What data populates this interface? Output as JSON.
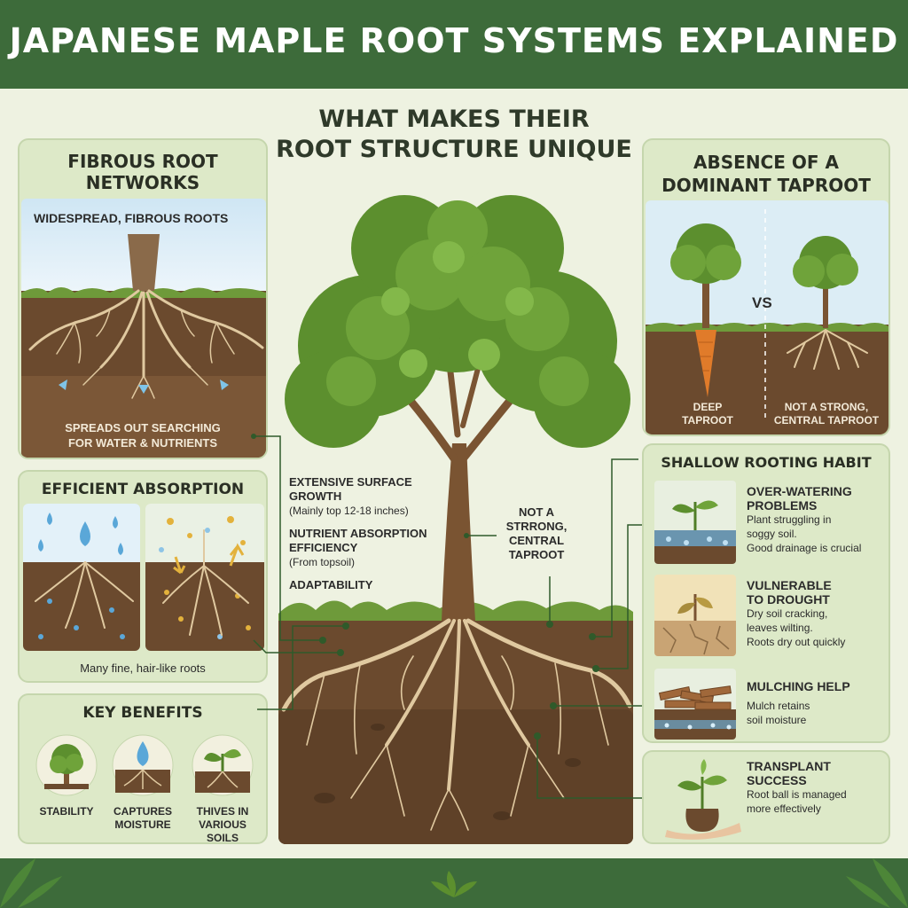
{
  "title": "JAPANESE MAPLE ROOT SYSTEMS EXPLAINED",
  "subtitle": [
    "WHAT MAKES THEIR",
    "ROOT STRUCTURE UNIQUE"
  ],
  "colors": {
    "banner": "#3d6b3a",
    "panel": "#dde9c8",
    "soil": "#6b4a2e",
    "leaf": "#5c8f2e",
    "water": "#5aa7d8"
  },
  "fibrous": {
    "title": [
      "FIBROUS ROOT",
      "NETWORKS"
    ],
    "scene_label": "WIDESPREAD, FIBROUS ROOTS",
    "caption": [
      "SPREADS OUT SEARCHING",
      "FOR WATER & NUTRIENTS"
    ]
  },
  "absorption": {
    "title": "EFFICIENT ABSORPTION",
    "caption": "Many fine, hair-like roots"
  },
  "benefits": {
    "title": "KEY BENEFITS",
    "items": [
      {
        "label": [
          "STABILITY"
        ],
        "icon": "tree-icon"
      },
      {
        "label": [
          "CAPTURES",
          "MOISTURE"
        ],
        "icon": "water-drop-icon"
      },
      {
        "label": [
          "THIVES IN",
          "VARIOUS",
          "SOILS"
        ],
        "icon": "seedling-icon"
      }
    ]
  },
  "center_notes": [
    {
      "title": [
        "EXTENSIVE SURFACE",
        "GROWTH"
      ],
      "detail": "(Mainly top 12-18 inches)"
    },
    {
      "title": [
        "NUTRIENT ABSORPTION",
        "EFFICIENCY"
      ],
      "detail": "(From topsoil)"
    },
    {
      "title": [
        "ADAPTABILITY"
      ],
      "detail": ""
    }
  ],
  "tree_note": [
    "NOT A",
    "STRRONG,",
    "CENTRAL",
    "TAPROOT"
  ],
  "taproot": {
    "title": [
      "ABSENCE OF A",
      "DOMINANT TAPROOT"
    ],
    "vs": "VS",
    "left_label": [
      "DEEP",
      "TAPROOT"
    ],
    "right_label": [
      "NOT A STRONG,",
      "CENTRAL TAPROOT"
    ]
  },
  "shallow": {
    "title": "SHALLOW ROOTING HABIT",
    "items": [
      {
        "title": [
          "OVER-WATERING",
          "PROBLEMS"
        ],
        "lines": [
          "Plant struggling in",
          "soggy soil.",
          "Good drainage is crucial"
        ]
      },
      {
        "title": [
          "VULNERABLE",
          "TO DROUGHT"
        ],
        "lines": [
          "Dry soil cracking,",
          "leaves wilting.",
          "Roots dry out quickly"
        ]
      },
      {
        "title": [
          "MULCHING HELP"
        ],
        "lines": [
          "Mulch retains",
          "soil moisture"
        ]
      }
    ]
  },
  "transplant": {
    "title": [
      "TRANSPLANT",
      "SUCCESS"
    ],
    "lines": [
      "Root ball is managed",
      "more effectively"
    ]
  }
}
